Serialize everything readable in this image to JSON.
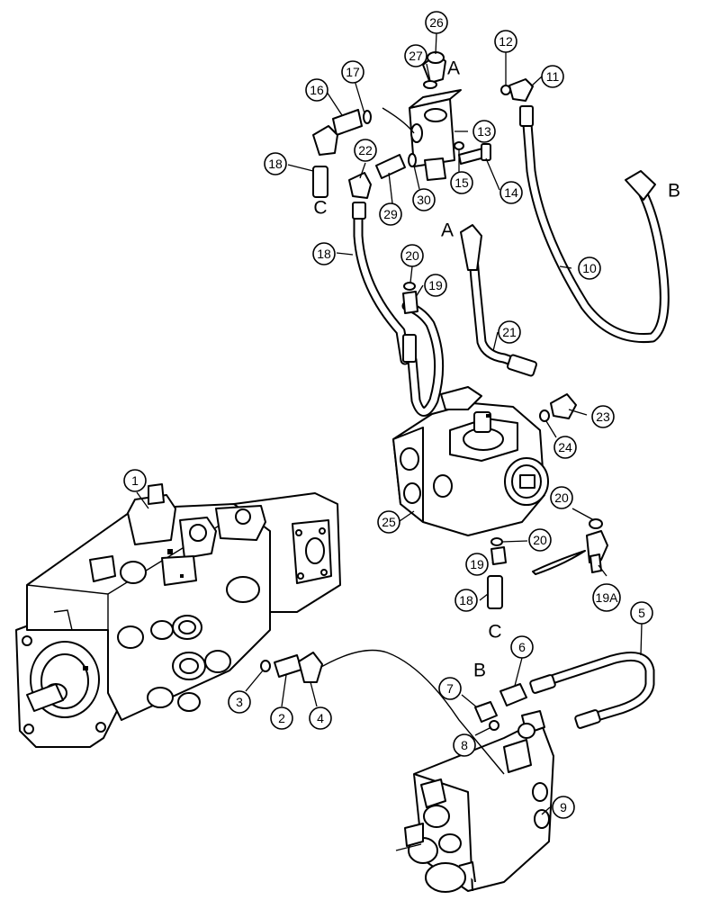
{
  "callouts": {
    "c1": "1",
    "c2": "2",
    "c3": "3",
    "c4": "4",
    "c5": "5",
    "c6": "6",
    "c7": "7",
    "c8": "8",
    "c9": "9",
    "c10": "10",
    "c11": "11",
    "c12": "12",
    "c13": "13",
    "c14": "14",
    "c15": "15",
    "c16": "16",
    "c17": "17",
    "c18a": "18",
    "c18b": "18",
    "c18c": "18",
    "c19": "19",
    "c19b": "19",
    "c19a": "19A",
    "c20a": "20",
    "c20b": "20",
    "c20c": "20",
    "c21": "21",
    "c22": "22",
    "c23": "23",
    "c24": "24",
    "c25": "25",
    "c26": "26",
    "c27": "27",
    "c29": "29",
    "c30": "30"
  },
  "connection_letters": {
    "a_top": "A",
    "a_hose": "A",
    "b_hose": "B",
    "b_valve": "B",
    "c_top": "C",
    "c_bottom": "C"
  }
}
